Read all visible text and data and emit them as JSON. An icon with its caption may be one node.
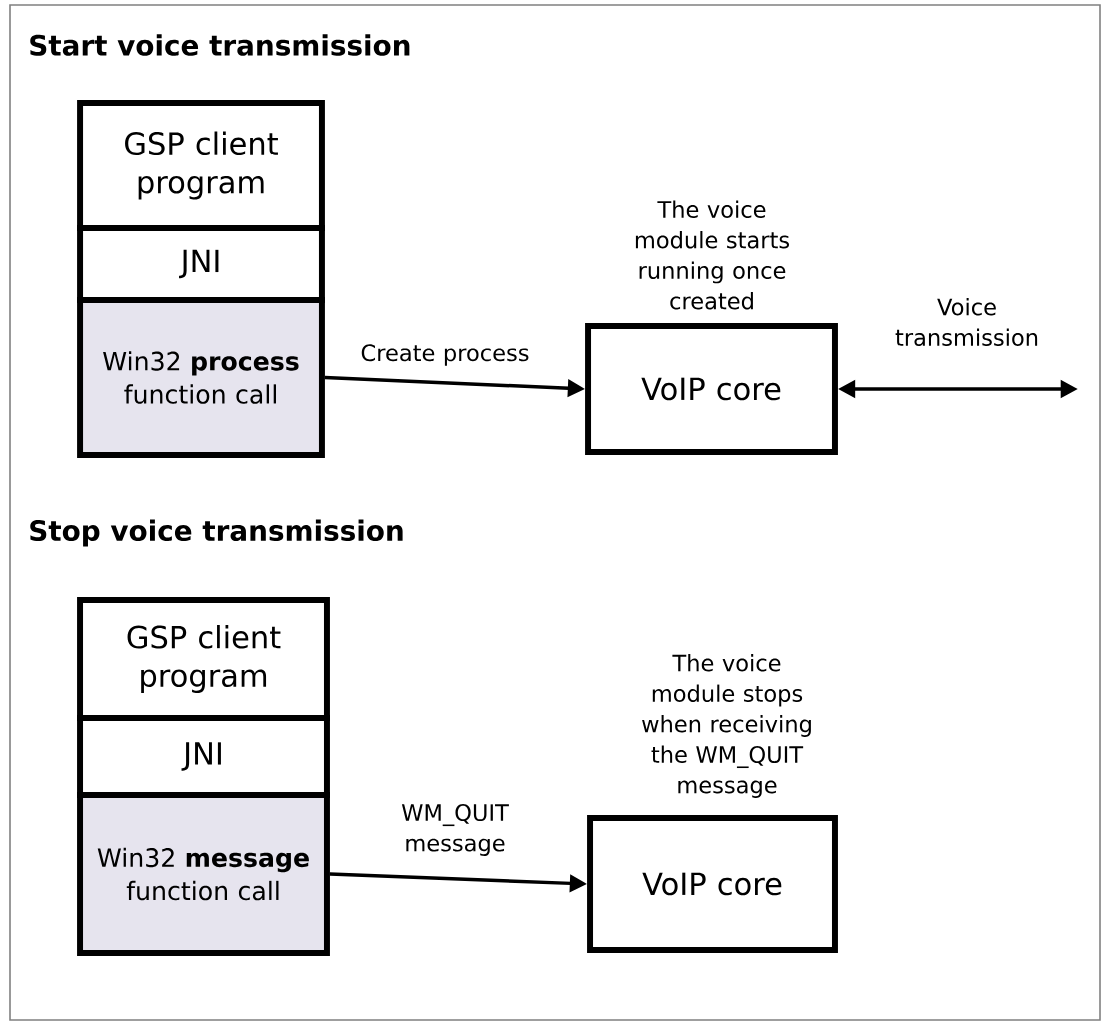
{
  "diagram": {
    "nodes": [
      {
        "text": [
          "GSP client program"
        ]
      },
      {
        "text": [
          "JNI"
        ]
      },
      {
        "text": [
          "Win32 **process** function call"
        ]
      },
      {
        "text": [
          "VoIP core"
        ],
        "beside": [
          "The voice module starts running once created"
        ]
      },
      {
        "text": [
          "GSP client program"
        ]
      },
      {
        "text": [
          "JNI"
        ]
      },
      {
        "text": [
          "Win32 **message** function call"
        ]
      },
      {
        "text": [
          "VoIP core"
        ],
        "beside": [
          "The voice module stops when receiving the WM_QUIT message"
        ]
      }
    ],
    "edges": [
      {
        "from": 2,
        "to": 3,
        "arrow": "to",
        "label": "Create process"
      },
      {
        "from": 3,
        "to": null,
        "arrow": "both",
        "label": "Voice transmission"
      },
      {
        "from": 6,
        "to": 7,
        "arrow": "to",
        "label": "WM_QUIT message"
      }
    ],
    "labels": [
      "Start voice transmission",
      "Stop voice transmission"
    ]
  }
}
